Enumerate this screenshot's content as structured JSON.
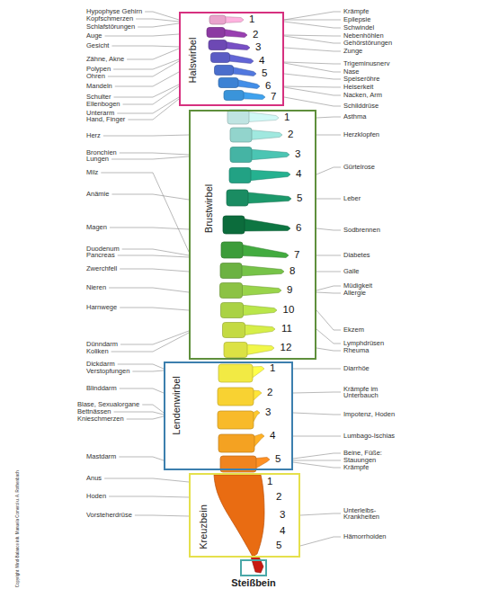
{
  "diagram": {
    "nodes": [
      {
        "text": [
          "Halswirbel"
        ]
      },
      {
        "text": [
          "Brustwirbel"
        ]
      },
      {
        "text": [
          "Lendenwirbel"
        ]
      },
      {
        "text": [
          "Kreuzbein"
        ]
      },
      {
        "text": [
          "Steißbein"
        ]
      }
    ],
    "labels": [
      "Hypophyse Gehirn",
      "Kopfschmerzen",
      "Schlafstörungen",
      "Auge",
      "Gesicht",
      "Zähne, Akne",
      "Polypen",
      "Ohren",
      "Mandeln",
      "Schulter",
      "Ellenbogen",
      "Unterarm",
      "Hand, Finger",
      "Herz",
      "Bronchien",
      "Lungen",
      "Milz",
      "Anämie",
      "Magen",
      "Duodenum",
      "Pancreas",
      "Zwerchfell",
      "Nieren",
      "Harnwege",
      "Dünndarm",
      "Koliken",
      "Dickdarm",
      "Verstopfungen",
      "Blinddarm",
      "Blase, Sexualorgane",
      "Bettnässen",
      "Knieschmerzen",
      "Mastdarm",
      "Anus",
      "Hoden",
      "Vorsteherdrüse",
      "Krämpfe",
      "Epilepsie",
      "Schwindel",
      "Nebenhöhlen",
      "Gehörstörungen",
      "Zunge",
      "Trigeminusnerv",
      "Nase",
      "Speiseröhre",
      "Heiserkeit",
      "Nacken, Arm",
      "Schilddrüse",
      "Asthma",
      "Herzklopfen",
      "Gürtelrose",
      "Leber",
      "Sodbrennen",
      "Diabetes",
      "Galle",
      "Müdigkeit",
      "Allergie",
      "Ekzem",
      "Lymphdrüsen",
      "Rheuma",
      "Diarrhöe",
      "Krämpfe im Unterbauch",
      "Impotenz, Hoden",
      "Lumbago-Ischias",
      "Beine, Füße:",
      "Stauungen",
      "Krämpfe",
      "Unterleibs-Krankheiten",
      "Hämorrhoiden",
      "1",
      "2",
      "3",
      "4",
      "5",
      "6",
      "7",
      "1",
      "2",
      "3",
      "4",
      "5",
      "6",
      "7",
      "8",
      "9",
      "10",
      "11",
      "12",
      "1",
      "2",
      "3",
      "4",
      "5",
      "1",
      "2",
      "3",
      "4",
      "5",
      "Copyright: Mind-Balance inh. Manuela Comerci u. A. Rothenbach"
    ]
  }
}
